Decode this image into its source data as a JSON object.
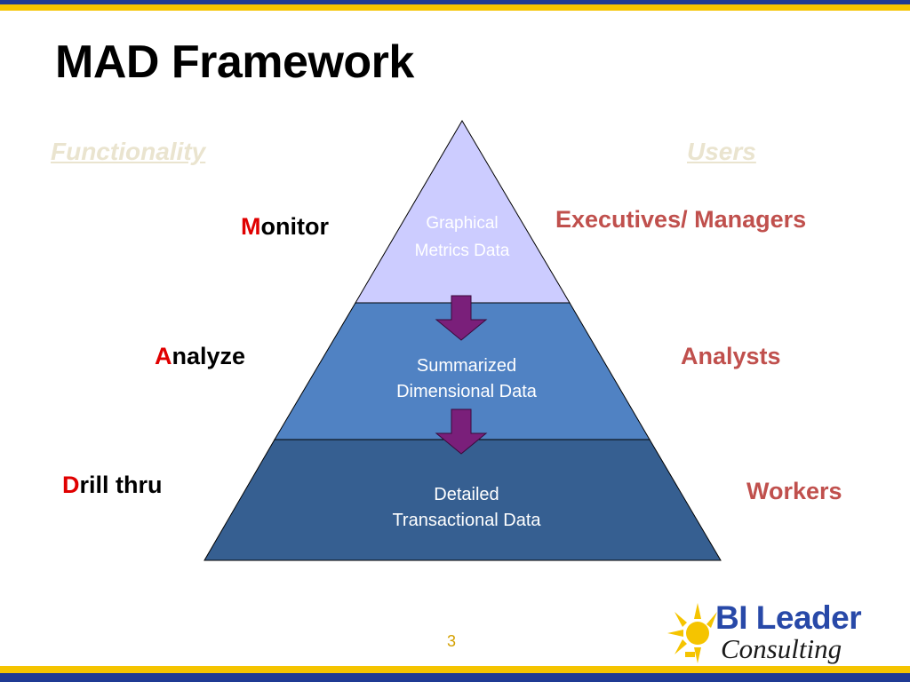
{
  "slide": {
    "title": "MAD Framework",
    "page_number": "3"
  },
  "columns": {
    "functionality": "Functionality",
    "users": "Users"
  },
  "functions": [
    {
      "initial": "M",
      "rest": "onitor"
    },
    {
      "initial": "A",
      "rest": "nalyze"
    },
    {
      "initial": "D",
      "rest": "rill thru"
    }
  ],
  "users": [
    "Executives/ Managers",
    "Analysts",
    "Workers"
  ],
  "tiers": [
    {
      "line1": "Graphical",
      "line2": "Metrics Data"
    },
    {
      "line1": "Summarized",
      "line2": "Dimensional Data"
    },
    {
      "line1": "Detailed",
      "line2": "Transactional Data"
    }
  ],
  "logo": {
    "primary": "BI Leader",
    "secondary": "Consulting"
  },
  "colors": {
    "top_tier": "#ccccff",
    "middle_tier": "#5082c3",
    "bottom_tier": "#365f91",
    "arrow": "#7a1f7a",
    "initial_red": "#e00000",
    "user_red": "#c0504d",
    "stripe_blue": "#1f3a93",
    "stripe_gold": "#f5c400"
  }
}
